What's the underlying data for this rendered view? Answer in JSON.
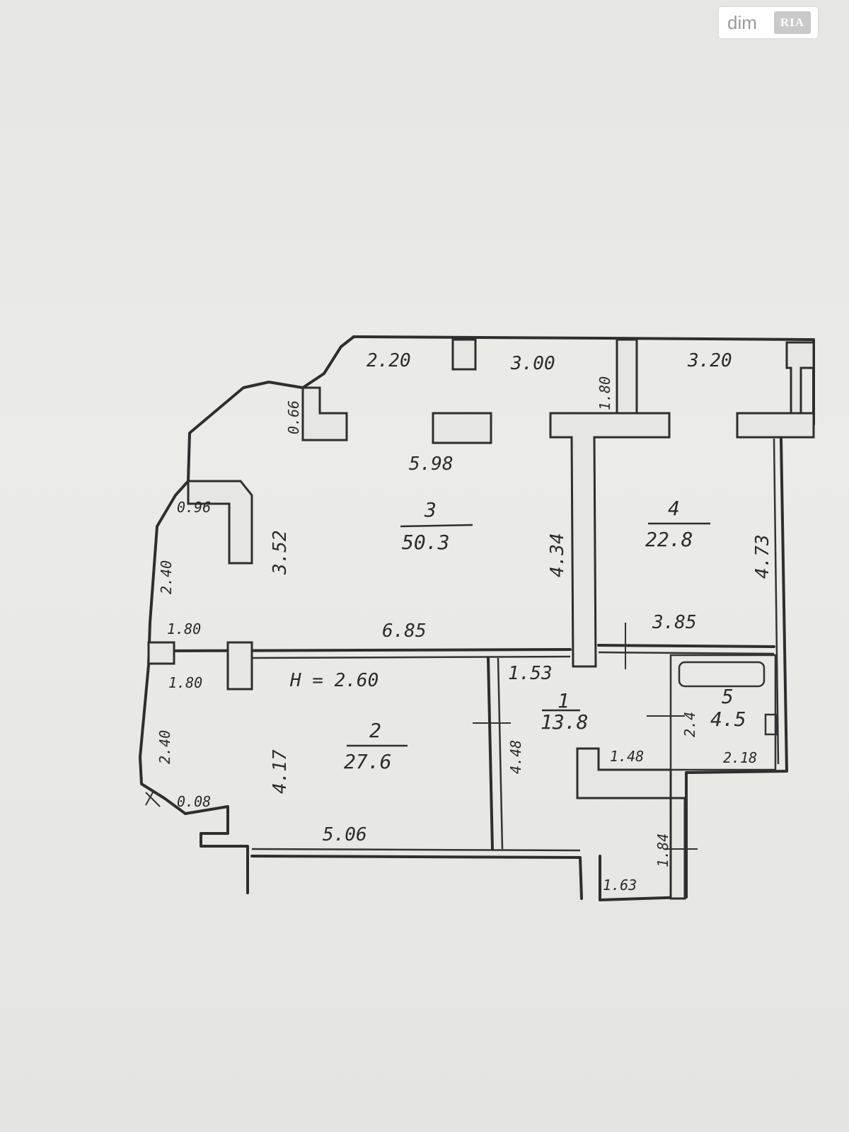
{
  "watermark": {
    "text": "dim",
    "logo": "RIA"
  },
  "rooms": [
    {
      "id": "r3",
      "number": "3",
      "area": "50.3"
    },
    {
      "id": "r4",
      "number": "4",
      "area": "22.8"
    },
    {
      "id": "r2",
      "number": "2",
      "area": "27.6"
    },
    {
      "id": "r1",
      "number": "1",
      "area": "13.8"
    },
    {
      "id": "r5",
      "number": "5",
      "area": "4.5"
    }
  ],
  "dimensions": {
    "top_left": "2.20",
    "top_mid": "3.00",
    "top_right": "3.20",
    "niche_depth": "1.80",
    "pier_small": "0.66",
    "room3_width": "5.98",
    "room3_height_left": "3.52",
    "room3_height_right": "4.34",
    "room3_bottom": "6.85",
    "room4_height": "4.73",
    "room4_bottom": "3.85",
    "bay_left_top": "0.96",
    "bay_left_seg": "2.40",
    "bay_mid": "1.80",
    "bay_mid2": "1.80",
    "ceiling_height": "H = 2.60",
    "room2_height": "4.17",
    "room2_bottom": "5.06",
    "bay_left_seg2": "2.40",
    "bay_small": "0.08",
    "hall_top": "1.53",
    "hall_height": "4.48",
    "hall_bottom": "1.48",
    "bath_width": "2.18",
    "bath_height": "2.4",
    "entry_w": "1.63",
    "entry_h": "1.84"
  }
}
